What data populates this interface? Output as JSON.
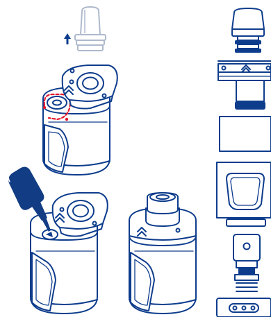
{
  "figure": {
    "colors": {
      "line": "#0d3c8c",
      "bottle": "#123c83",
      "arrow_up": "#0d3c8c",
      "fill_highlight": "#e5192d",
      "drip_tip": "#aeb9cc",
      "background": "#ffffff"
    },
    "steps": [
      {
        "name": "remove-drip-tip"
      },
      {
        "name": "slide-top-cap-open"
      },
      {
        "name": "fill-with-e-liquid"
      },
      {
        "name": "close-top-cap"
      }
    ],
    "exploded_view": {
      "parts": [
        "drip-tip",
        "top-cap",
        "airflow-ring",
        "glass-tube",
        "tank-body",
        "coil-head",
        "base-connector"
      ]
    }
  }
}
